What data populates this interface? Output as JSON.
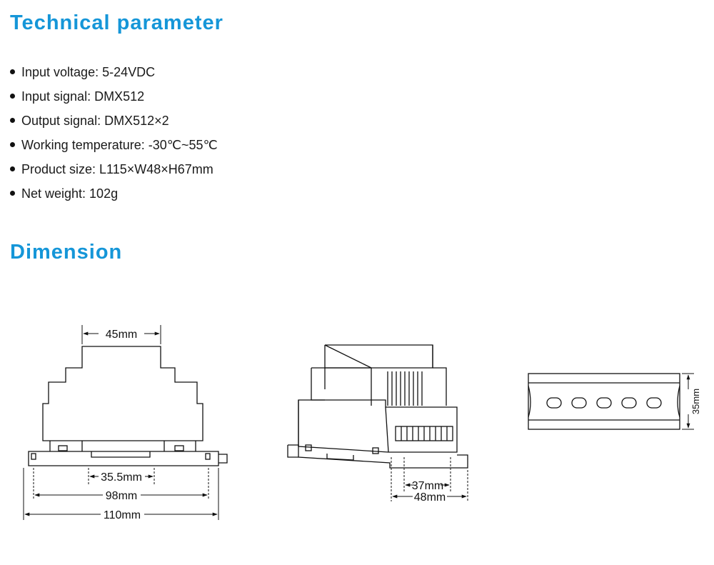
{
  "technical": {
    "title": "Technical parameter",
    "items": [
      "Input voltage: 5-24VDC",
      "Input signal: DMX512",
      "Output signal: DMX512×2",
      "Working temperature: -30℃~55℃",
      "Product size: L115×W48×H67mm",
      "Net weight: 102g"
    ]
  },
  "dimension": {
    "title": "Dimension",
    "front": {
      "top_width": "45mm",
      "rail_width": "35.5mm",
      "inner_width": "98mm",
      "total_width": "110mm"
    },
    "perspective": {
      "rail_width": "37mm",
      "depth": "48mm"
    },
    "rail": {
      "height": "35mm"
    }
  },
  "colors": {
    "heading": "#1596d8",
    "text": "#1a1a1a",
    "line": "#111111"
  }
}
